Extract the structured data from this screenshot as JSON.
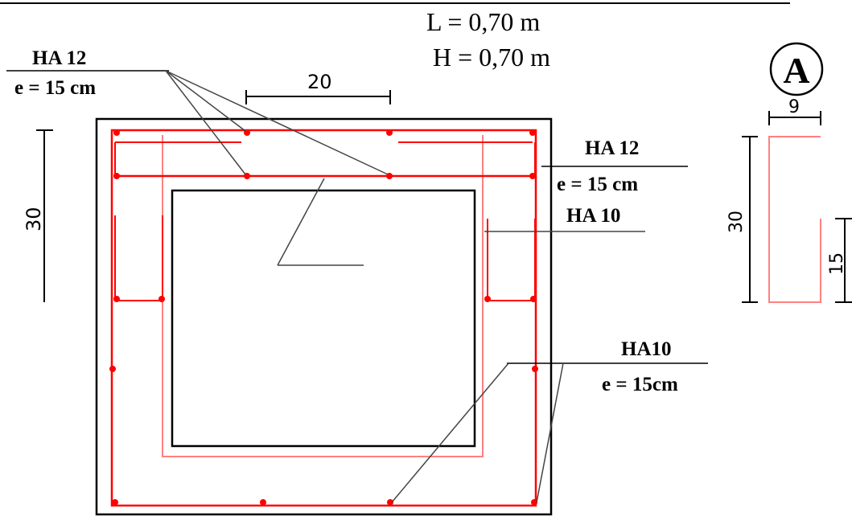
{
  "header": {
    "length": "L =  0,70 m",
    "height": "H =  0,70 m"
  },
  "callouts": {
    "top_left_bar": "HA 12",
    "top_left_spacing": "e = 15 cm",
    "right_upper_bar": "HA  12",
    "right_upper_spacing": "e = 15 cm",
    "right_mid_bar": "HA 10",
    "right_lower_bar": "HA10",
    "right_lower_spacing": "e = 15cm"
  },
  "dimensions": {
    "top_span": "20",
    "left_height": "30",
    "detail_width": "9",
    "detail_height": "30",
    "detail_lower": "15"
  },
  "detail": {
    "marker": "A"
  },
  "colors": {
    "rebar": "#ff0000",
    "rebar_light": "#ff8080",
    "concrete": "#000000",
    "leader": "#444444"
  }
}
